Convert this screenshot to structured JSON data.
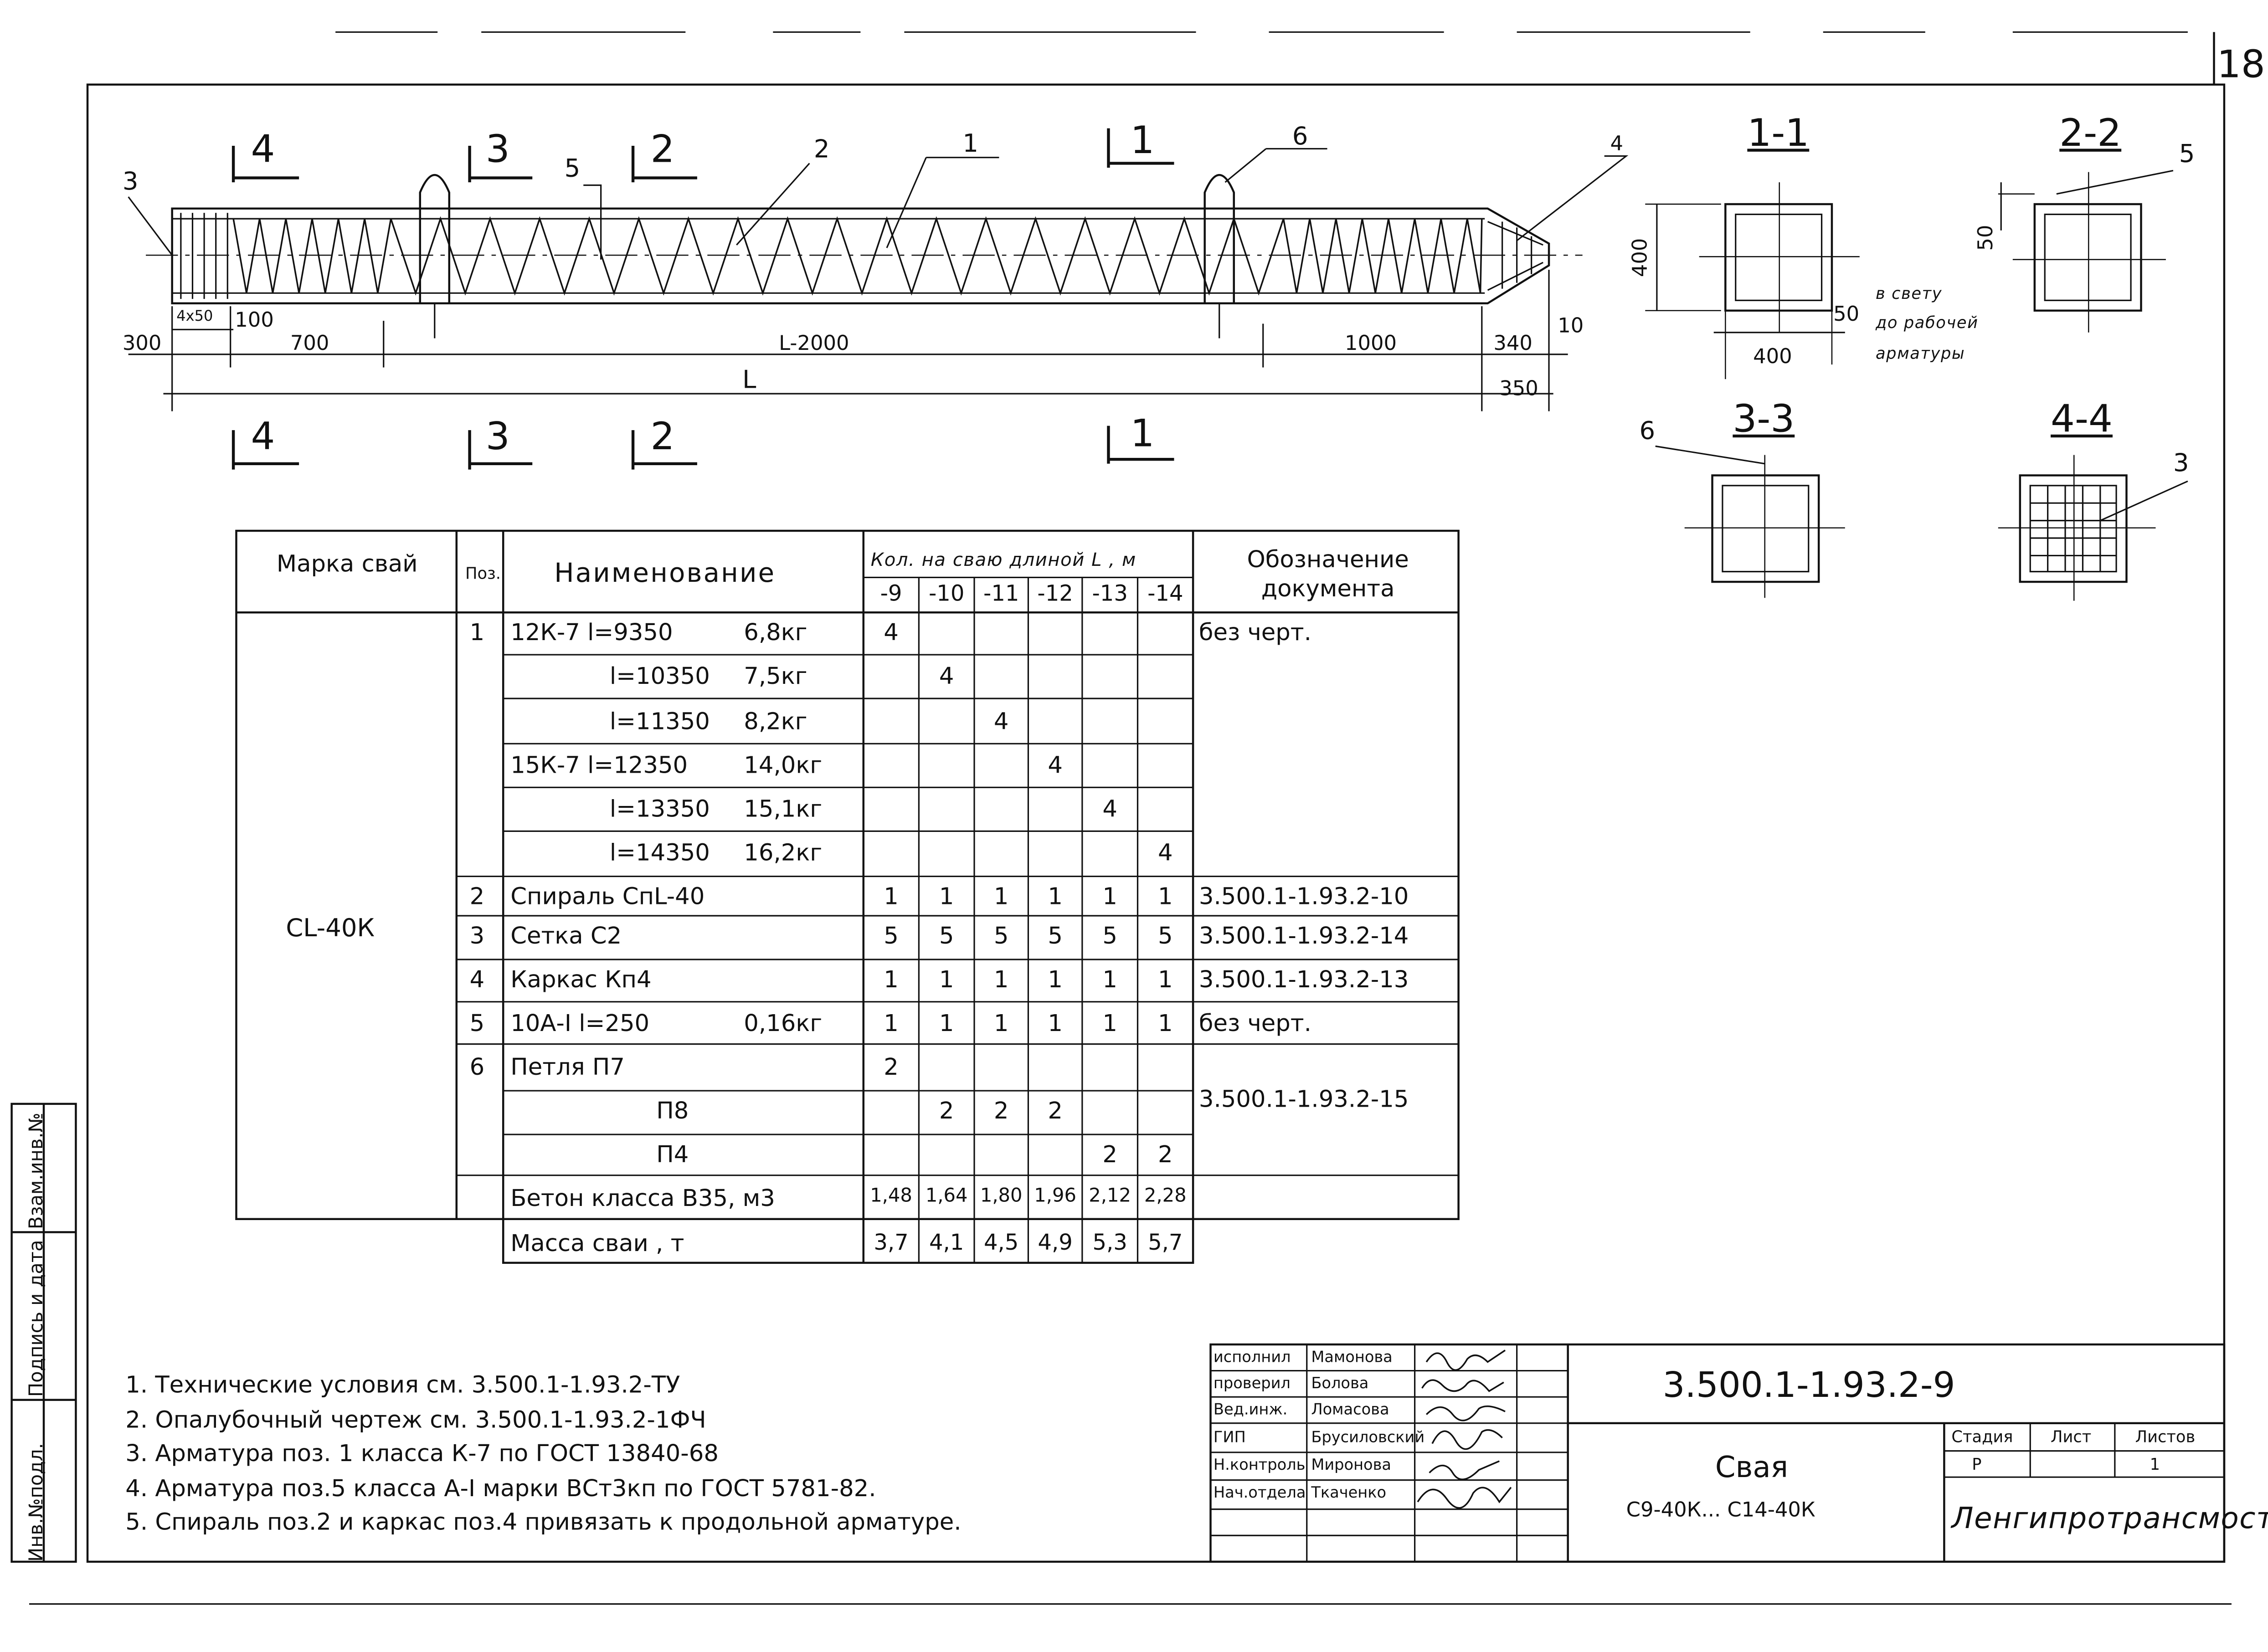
{
  "sheet": {
    "sheet_no": "18",
    "doc_code": "3.500.1-1.93.2-9",
    "title": "Свая",
    "subtitle": "С9-40К... С14-40К",
    "organization": "Ленгипротрансмост",
    "stage_label": "Стадия",
    "sheet_label": "Лист",
    "sheets_label": "Листов",
    "stage": "Р",
    "sheet": "",
    "sheets": "1"
  },
  "signatures": [
    {
      "role": "исполнил",
      "name": "Мамонова"
    },
    {
      "role": "проверил",
      "name": "Болова"
    },
    {
      "role": "Вед.инж.",
      "name": "Ломасова"
    },
    {
      "role": "ГИП",
      "name": "Брусиловский"
    },
    {
      "role": "Н.контроль",
      "name": "Миронова"
    },
    {
      "role": "Нач.отдела",
      "name": "Ткаченко"
    }
  ],
  "side_stamp": {
    "inv_podl": "Инв.№подл.",
    "signature_date": "Подпись и дата",
    "vzam_inv": "Взам.инв.№"
  },
  "drawing": {
    "item_marks": [
      "1",
      "2",
      "3",
      "4",
      "5",
      "6"
    ],
    "section_marks": [
      "1",
      "2",
      "3",
      "4"
    ],
    "dims": {
      "d300": "300",
      "d4x50": "4х50",
      "d100": "100",
      "d700": "700",
      "dL2000": "L-2000",
      "d1000": "1000",
      "d340": "340",
      "d350": "350",
      "dL": "L",
      "d10": "10"
    }
  },
  "sections": {
    "s11": {
      "title": "1-1",
      "dim_h": "400",
      "dim_w": "400",
      "dim_cover": "50",
      "note": [
        "в свету",
        "до рабочей",
        "арматуры"
      ]
    },
    "s22": {
      "title": "2-2",
      "dim": "50",
      "mark": "5"
    },
    "s33": {
      "title": "3-3",
      "mark": "6"
    },
    "s44": {
      "title": "4-4",
      "mark": "3"
    }
  },
  "spec": {
    "headers": {
      "mark": "Марка свай",
      "pos": "Поз.",
      "name": "Наименование",
      "qty": "Кол. на сваю длиной L , м",
      "doc": "Обозначение документа",
      "lengths": [
        "-9",
        "-10",
        "-11",
        "-12",
        "-13",
        "-14"
      ]
    },
    "pile_mark": "СL-40К",
    "rows": [
      {
        "pos": "1",
        "name": "12К-7  l=9350",
        "mass": "6,8кг",
        "q": [
          "4",
          "",
          "",
          "",
          "",
          ""
        ],
        "doc": "без черт."
      },
      {
        "pos": "",
        "name": "l=10350",
        "mass": "7,5кг",
        "q": [
          "",
          "4",
          "",
          "",
          "",
          ""
        ],
        "doc": ""
      },
      {
        "pos": "",
        "name": "l=11350",
        "mass": "8,2кг",
        "q": [
          "",
          "",
          "4",
          "",
          "",
          ""
        ],
        "doc": ""
      },
      {
        "pos": "",
        "name": "15К-7  l=12350",
        "mass": "14,0кг",
        "q": [
          "",
          "",
          "",
          "4",
          "",
          ""
        ],
        "doc": ""
      },
      {
        "pos": "",
        "name": "l=13350",
        "mass": "15,1кг",
        "q": [
          "",
          "",
          "",
          "",
          "4",
          ""
        ],
        "doc": ""
      },
      {
        "pos": "",
        "name": "l=14350",
        "mass": "16,2кг",
        "q": [
          "",
          "",
          "",
          "",
          "",
          "4"
        ],
        "doc": ""
      },
      {
        "pos": "2",
        "name": "Спираль СпL-40",
        "mass": "",
        "q": [
          "1",
          "1",
          "1",
          "1",
          "1",
          "1"
        ],
        "doc": "3.500.1-1.93.2-10"
      },
      {
        "pos": "3",
        "name": "Сетка С2",
        "mass": "",
        "q": [
          "5",
          "5",
          "5",
          "5",
          "5",
          "5"
        ],
        "doc": "3.500.1-1.93.2-14"
      },
      {
        "pos": "4",
        "name": "Каркас Кп4",
        "mass": "",
        "q": [
          "1",
          "1",
          "1",
          "1",
          "1",
          "1"
        ],
        "doc": "3.500.1-1.93.2-13"
      },
      {
        "pos": "5",
        "name": "10А-I  l=250",
        "mass": "0,16кг",
        "q": [
          "1",
          "1",
          "1",
          "1",
          "1",
          "1"
        ],
        "doc": "без черт."
      },
      {
        "pos": "6",
        "name": "Петля    П7",
        "mass": "",
        "q": [
          "2",
          "",
          "",
          "",
          "",
          ""
        ],
        "doc": ""
      },
      {
        "pos": "",
        "name": "П8",
        "mass": "",
        "q": [
          "",
          "2",
          "2",
          "2",
          "",
          ""
        ],
        "doc": "3.500.1-1.93.2-15"
      },
      {
        "pos": "",
        "name": "П4",
        "mass": "",
        "q": [
          "",
          "",
          "",
          "",
          "2",
          "2"
        ],
        "doc": ""
      },
      {
        "pos": "",
        "name": "Бетон класса В35, м3",
        "mass": "",
        "q": [
          "1,48",
          "1,64",
          "1,80",
          "1,96",
          "2,12",
          "2,28"
        ],
        "doc": ""
      }
    ],
    "mass_row": {
      "name": "Масса сваи , т",
      "q": [
        "3,7",
        "4,1",
        "4,5",
        "4,9",
        "5,3",
        "5,7"
      ]
    }
  },
  "notes": [
    "1. Технические условия см. 3.500.1-1.93.2-ТУ",
    "2. Опалубочный чертеж см. 3.500.1-1.93.2-1ФЧ",
    "3. Арматура поз. 1 класса К-7 по ГОСТ 13840-68",
    "4. Арматура поз.5 класса А-I марки ВСт3кп по       ГОСТ 5781-82.",
    "5. Спираль поз.2 и каркас поз.4 привязать к продольной арматуре."
  ]
}
